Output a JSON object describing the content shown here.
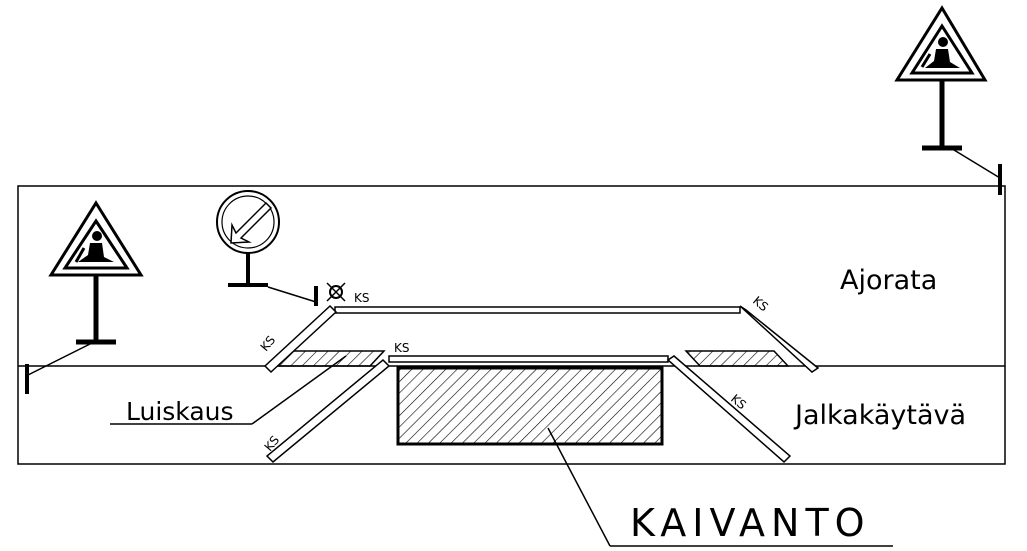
{
  "labels": {
    "road": "Ajorata",
    "sidewalk": "Jalkakäytävä",
    "ramp": "Luiskaus",
    "excavation": "KAIVANTO"
  },
  "barrier_label": "KS",
  "colors": {
    "line": "#000000",
    "background": "#ffffff",
    "sign_fill": "#ffffff"
  },
  "icons": {
    "road_work_sign": "road-work-warning-sign",
    "pass_left_sign": "keep-left-sign",
    "warning_light": "warning-light"
  }
}
